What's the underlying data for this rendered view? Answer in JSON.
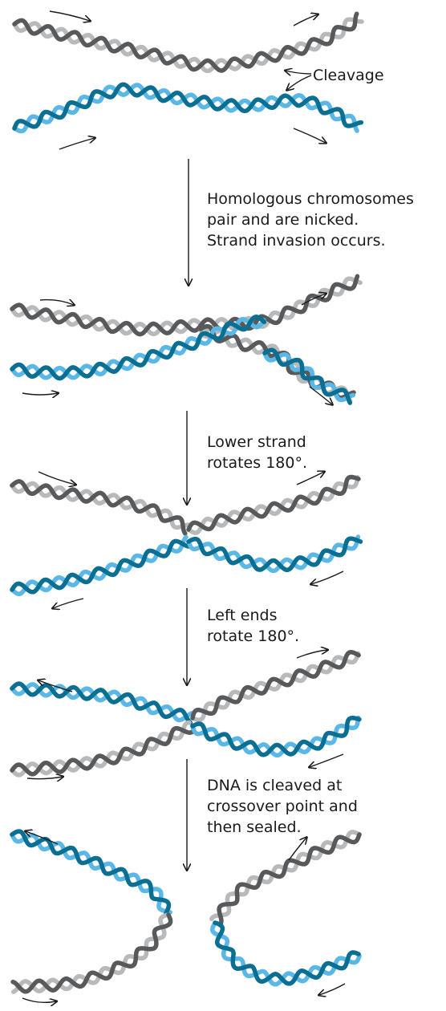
{
  "labels": {
    "cleavage": "Cleavage",
    "step1": [
      "Homologous chromosomes",
      "pair and are nicked.",
      "Strand invasion occurs."
    ],
    "step2": [
      "Lower strand",
      "rotates 180°."
    ],
    "step3": [
      "Left ends",
      "rotate 180°."
    ],
    "step4": [
      "DNA is cleaved at",
      "crossover point and",
      "then sealed."
    ]
  },
  "colors": {
    "gray_light": "#b8b9bb",
    "gray_dark": "#58595b",
    "blue_light": "#5bb8e6",
    "blue_dark": "#0a6f92",
    "arrow": "#1a1a1a"
  }
}
